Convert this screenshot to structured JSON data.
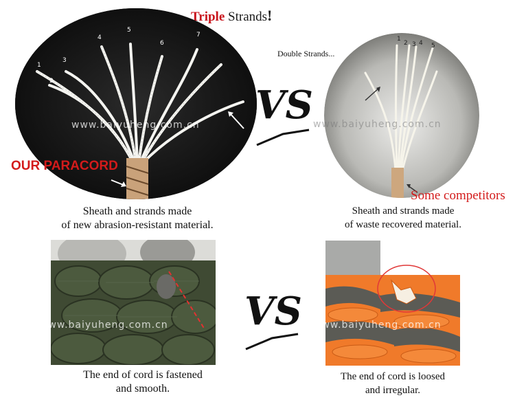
{
  "header": {
    "triple_highlight": "Triple",
    "triple_rest": " Strands",
    "triple_bang": "!"
  },
  "left_top": {
    "strand_numbers": [
      "1",
      "2",
      "3",
      "4",
      "5",
      "6",
      "7"
    ],
    "brand_label": "OUR PARACORD",
    "caption_line1": "Sheath and strands made",
    "caption_line2": "of new abrasion-resistant material."
  },
  "right_top": {
    "double_label": "Double Strands...",
    "strand_numbers": [
      "1",
      "2",
      "3",
      "4",
      "5"
    ],
    "competitor_label": "Some competitors",
    "caption_line1": "Sheath and strands made",
    "caption_line2": "of waste recovered material."
  },
  "left_bottom": {
    "caption_line1": "The end of cord is fastened",
    "caption_line2": "and smooth."
  },
  "right_bottom": {
    "caption_line1": "The end of cord is loosed",
    "caption_line2": "and irregular."
  },
  "vs_label": "VS",
  "watermark": "www.baiyuheng.com.cn",
  "colors": {
    "accent_red": "#d31b1b",
    "olive_cord": "#3f4a33",
    "orange_cord": "#f07a2a",
    "gray_cord": "#5b5b55"
  }
}
